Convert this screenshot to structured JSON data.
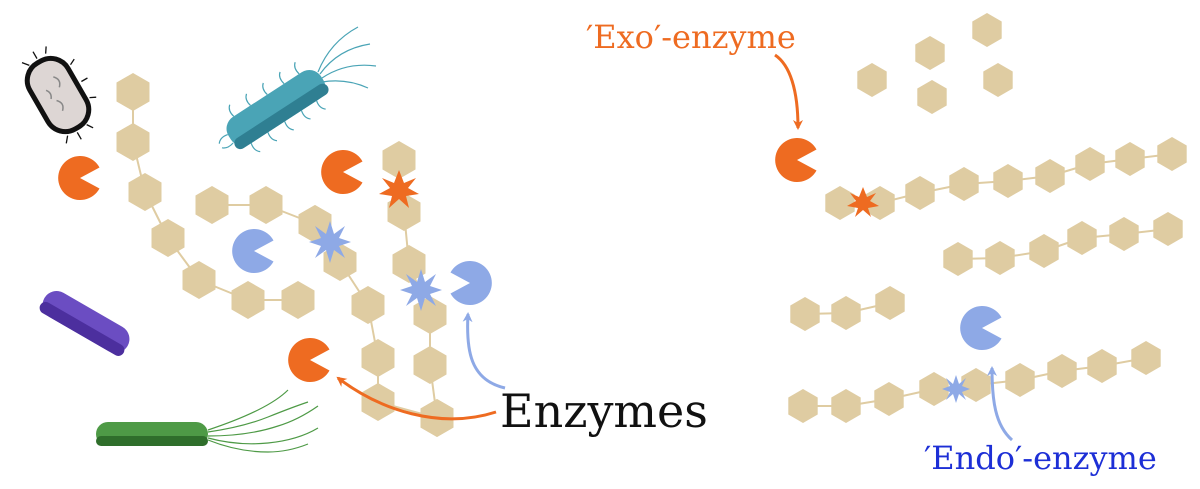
{
  "labels": {
    "enzymes": "Enzymes",
    "exo_enzyme": "′Exo′-enzyme",
    "endo_enzyme": "′Endo′-enzyme"
  },
  "colors": {
    "background": "#ffffff",
    "sugar_unit": "#dfcca2",
    "bond": "#dfcca2",
    "exo_enzyme": "#ee6b21",
    "endo_enzyme": "#8ea9e6",
    "exo_label": "#ee6b21",
    "endo_label": "#1d2fd6",
    "enzymes_label": "#111111",
    "bacterium_gray_fill": "#ddd6d4",
    "bacterium_teal": "#4aa4b6",
    "bacterium_purple": "#6b4dc2",
    "bacterium_green": "#4e9a46"
  },
  "icons": [
    "sugar-hexagon-icon",
    "exo-enzyme-pacman-icon",
    "endo-enzyme-pacman-icon",
    "cleavage-star-icon",
    "bacterium-icon"
  ]
}
